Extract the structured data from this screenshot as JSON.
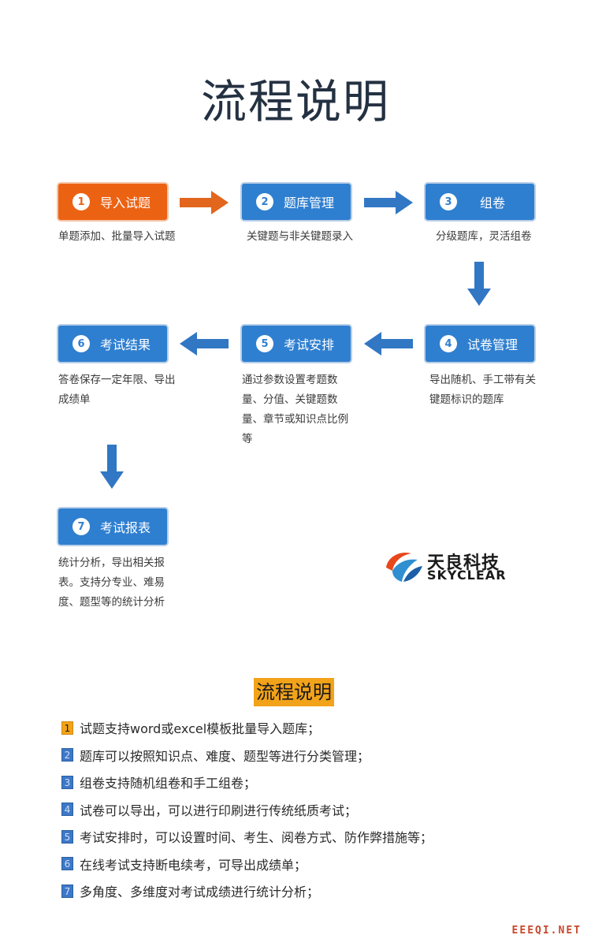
{
  "page_title": "流程说明",
  "steps": [
    {
      "num": "1",
      "label": "导入试题",
      "desc": "单题添加、批量导入试题"
    },
    {
      "num": "2",
      "label": "题库管理",
      "desc": "关键题与非关键题录入"
    },
    {
      "num": "3",
      "label": "组卷",
      "desc": "分级题库，灵活组卷"
    },
    {
      "num": "4",
      "label": "试卷管理",
      "desc": "导出随机、手工带有关键题标识的题库"
    },
    {
      "num": "5",
      "label": "考试安排",
      "desc": "通过参数设置考题数量、分值、关键题数量、章节或知识点比例等"
    },
    {
      "num": "6",
      "label": "考试结果",
      "desc": "答卷保存一定年限、导出成绩单"
    },
    {
      "num": "7",
      "label": "考试报表",
      "desc": "统计分析，导出相关报表。支持分专业、难易度、题型等的统计分析"
    }
  ],
  "logo": {
    "cn": "天良科技",
    "en": "SKYCLEAR"
  },
  "summary": {
    "title": "流程说明",
    "items": [
      {
        "num": "1",
        "text": "试题支持word或excel模板批量导入题库；"
      },
      {
        "num": "2",
        "text": "题库可以按照知识点、难度、题型等进行分类管理；"
      },
      {
        "num": "3",
        "text": "组卷支持随机组卷和手工组卷；"
      },
      {
        "num": "4",
        "text": "试卷可以导出，可以进行印刷进行传统纸质考试；"
      },
      {
        "num": "5",
        "text": "考试安排时，可以设置时间、考生、阅卷方式、防作弊措施等；"
      },
      {
        "num": "6",
        "text": "在线考试支持断电续考，可导出成绩单；"
      },
      {
        "num": "7",
        "text": "多角度、多维度对考试成绩进行统计分析；"
      }
    ]
  },
  "watermark": "EEEQI.NET",
  "colors": {
    "orange": "#ec6213",
    "blue": "#2f7fd0",
    "highlight": "#f2a31a"
  }
}
